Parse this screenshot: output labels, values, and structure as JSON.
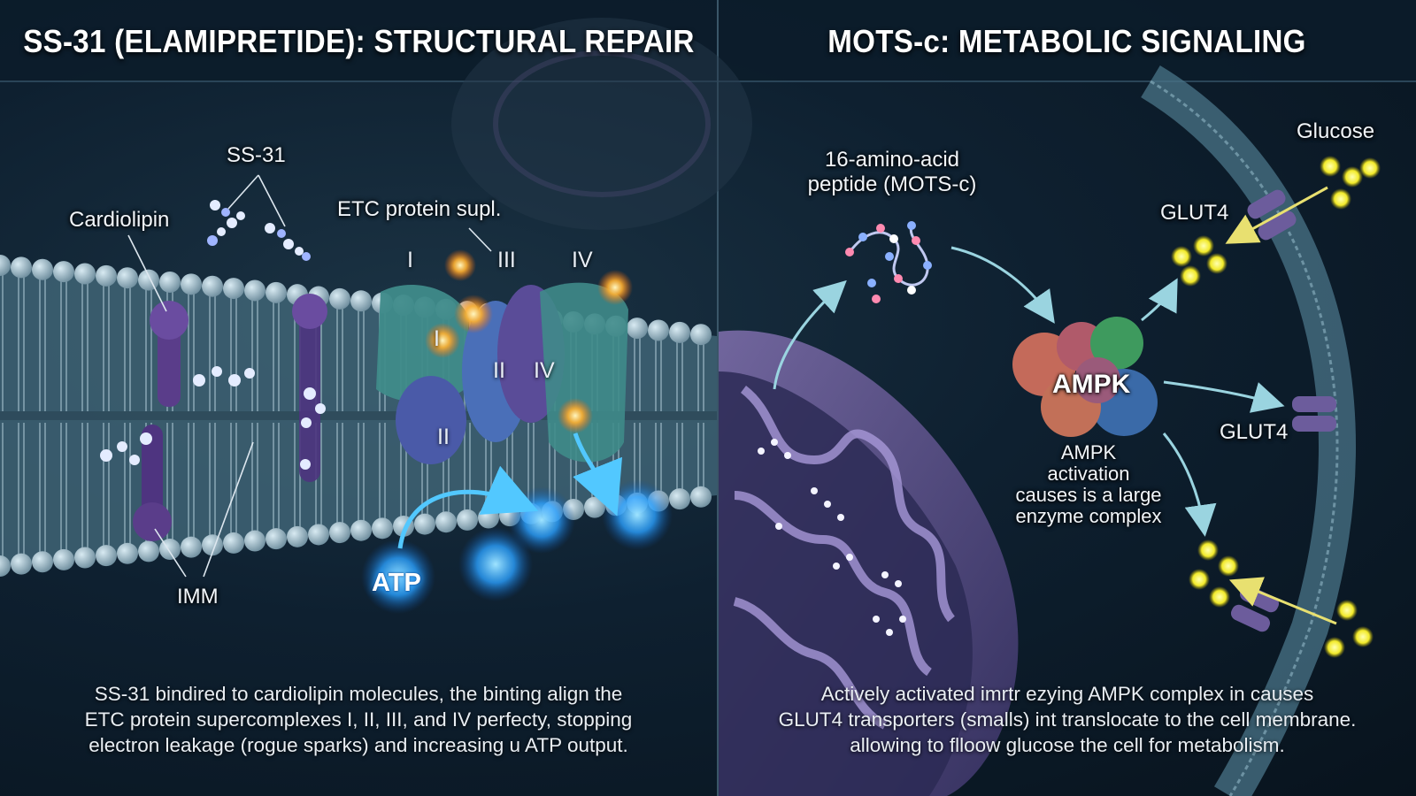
{
  "titles": {
    "left": "SS-31 (ELAMIPRETIDE): STRUCTURAL REPAIR",
    "right": "MOTS-c: METABOLIC SIGNALING"
  },
  "left_panel": {
    "label_ss31": "SS-31",
    "label_cardiolipin": "Cardiolipin",
    "label_etc": "ETC protein supl.",
    "label_imm": "IMM",
    "label_atp": "ATP",
    "complex_top_labels": [
      "I",
      "III",
      "IV"
    ],
    "complex_body_labels": [
      "I",
      "II",
      "IV",
      "II"
    ],
    "caption_lines": [
      "SS-31 bindired to cardiolipin molecules, the binting align the",
      "ETC protein supercomplexes I, II, III, and IV perfecty, stopping",
      "electron leakage (rogue sparks) and increasing u ATP output."
    ]
  },
  "right_panel": {
    "label_peptide_line1": "16-amino-acid",
    "label_peptide_line2": "peptide (MOTS-c)",
    "label_glucose": "Glucose",
    "label_glut4_top": "GLUT4",
    "label_glut4_mid": "GLUT4",
    "label_ampk": "AMPK",
    "ampk_desc_lines": [
      "AMPK",
      "activation",
      "causes is a large",
      "enzyme complex"
    ],
    "caption_lines": [
      "Actively activated imrtr ezying AMPK complex in causes",
      "GLUT4 transporters (smalls) int translocate to the cell membrane.",
      "allowing to flloow glucose the cell for metabolism."
    ]
  },
  "colors": {
    "background": "#0e2030",
    "membrane": "#8fb0c0",
    "cardiolipin": "#5a3d8a",
    "atp_glow": "#2aa0ff",
    "glucose": "#f2ea2a",
    "arrow": "#9ad4e0"
  }
}
